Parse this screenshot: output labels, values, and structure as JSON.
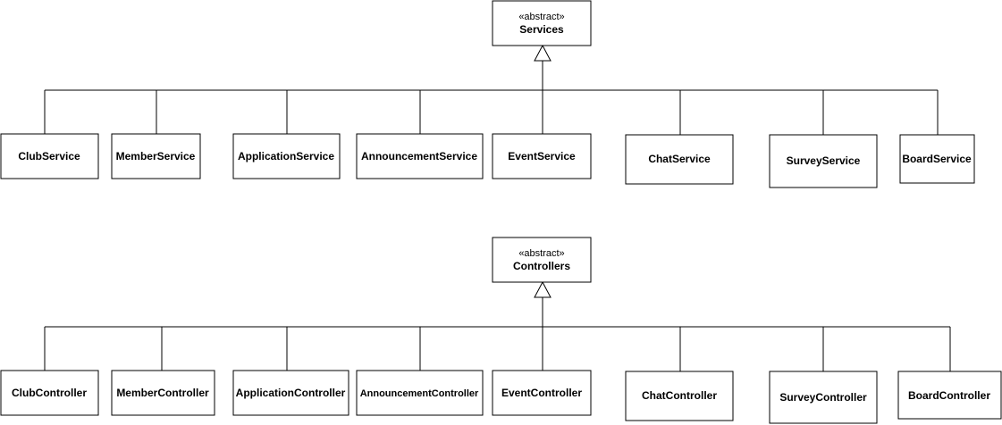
{
  "diagrams": [
    {
      "parent": {
        "stereotype": "«abstract»",
        "name": "Services"
      },
      "children": [
        "ClubService",
        "MemberService",
        "ApplicationService",
        "AnnouncementService",
        "EventService",
        "ChatService",
        "SurveyService",
        "BoardService"
      ]
    },
    {
      "parent": {
        "stereotype": "«abstract»",
        "name": "Controllers"
      },
      "children": [
        "ClubController",
        "MemberController",
        "ApplicationController",
        "AnnouncementController",
        "EventController",
        "ChatController",
        "SurveyController",
        "BoardController"
      ]
    }
  ]
}
